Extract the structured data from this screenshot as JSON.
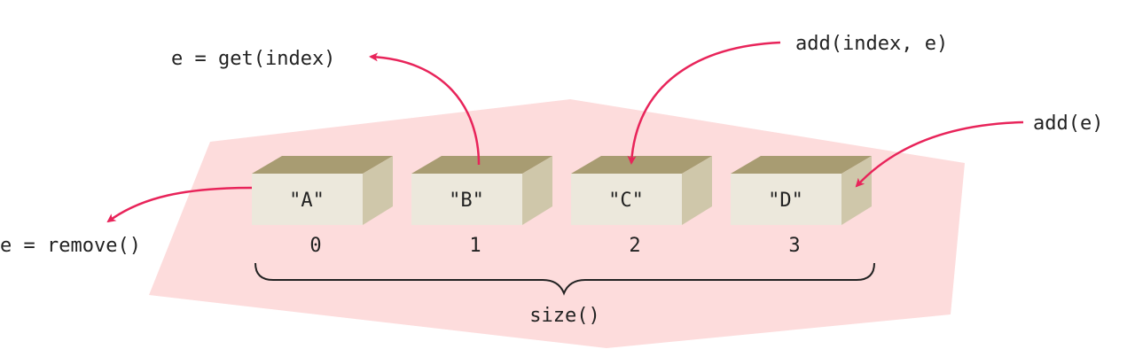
{
  "diagram": {
    "elements": [
      {
        "label": "\"A\"",
        "index": "0"
      },
      {
        "label": "\"B\"",
        "index": "1"
      },
      {
        "label": "\"C\"",
        "index": "2"
      },
      {
        "label": "\"D\"",
        "index": "3"
      }
    ],
    "operations": {
      "get": "e = get(index)",
      "add_at_index": "add(index, e)",
      "add": "add(e)",
      "remove": "e = remove()",
      "size": "size()"
    },
    "colors": {
      "region": "#fddcdc",
      "arrow": "#e8245a",
      "box_front": "#ece8dc",
      "box_inner": "#a89c72",
      "box_side": "#cfc7aa"
    }
  }
}
